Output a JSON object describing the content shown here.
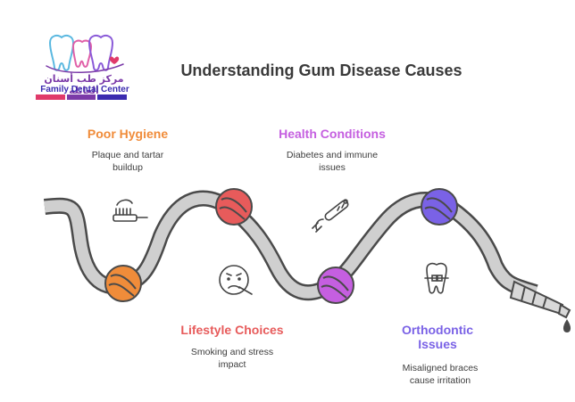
{
  "title": "Understanding Gum Disease Causes",
  "logo": {
    "arabic": "مركز طب أسنان العائلة",
    "english": "Family Dental Center"
  },
  "causes": [
    {
      "id": "poor-hygiene",
      "heading": "Poor Hygiene",
      "description": "Plaque and tartar buildup",
      "color": "#f08c3a",
      "icon": "toothbrush-icon"
    },
    {
      "id": "lifestyle-choices",
      "heading": "Lifestyle Choices",
      "description": "Smoking and stress impact",
      "color": "#e75b5b",
      "icon": "sick-face-icon"
    },
    {
      "id": "health-conditions",
      "heading": "Health Conditions",
      "description": "Diabetes and immune issues",
      "color": "#c55fe0",
      "icon": "thermometer-icon"
    },
    {
      "id": "orthodontic-issues",
      "heading": "Orthodontic Issues",
      "description": "Misaligned braces cause irritation",
      "color": "#7a62e6",
      "icon": "tooth-braces-icon"
    }
  ]
}
